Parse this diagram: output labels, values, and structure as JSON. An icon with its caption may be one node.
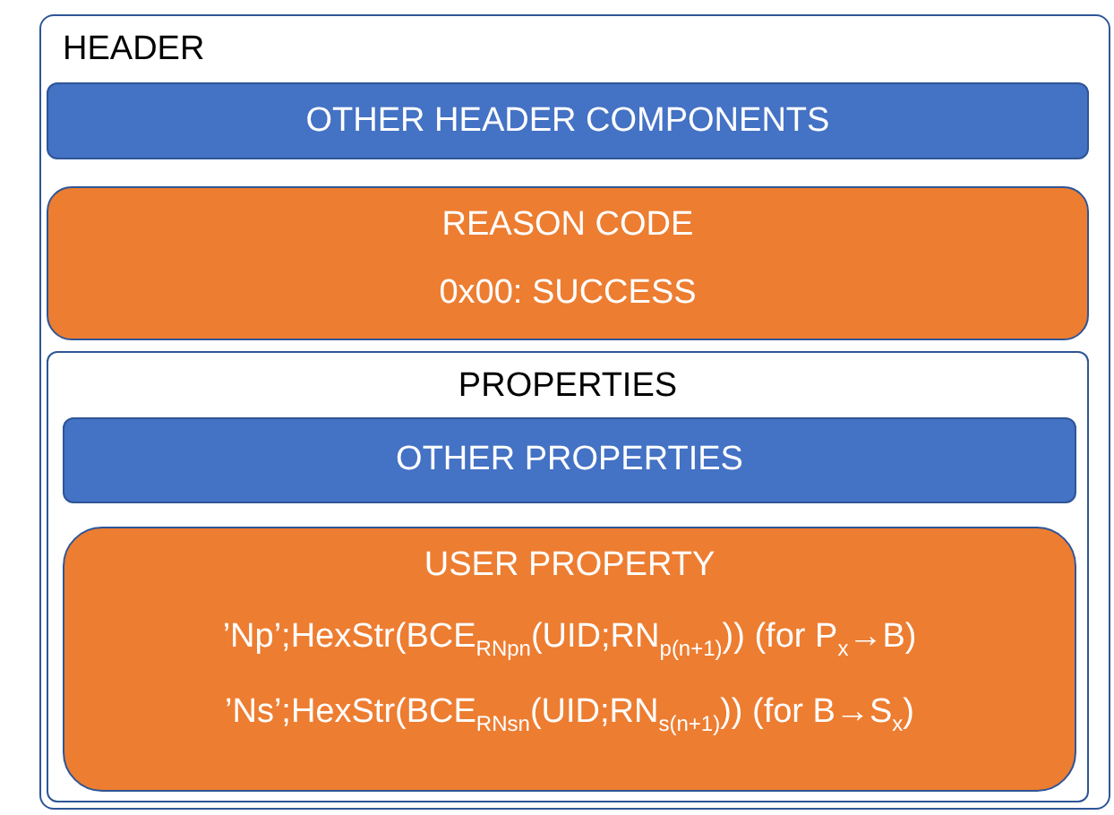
{
  "diagram": {
    "nodes": [
      {
        "text": [
          "HEADER"
        ]
      },
      {
        "text": [
          "OTHER HEADER COMPONENTS"
        ],
        "in": 0
      },
      {
        "text": [
          "REASON CODE",
          "0x00: SUCCESS"
        ],
        "in": 0
      },
      {
        "text": [
          "PROPERTIES"
        ],
        "in": 0
      },
      {
        "text": [
          "OTHER PROPERTIES"
        ],
        "in": 3
      },
      {
        "text": [
          "USER PROPERTY",
          "’Np’;HexStr(BCE$_{RNpn}$(UID;RN$_{p(n+1)}$)) (for P$_{x}$→B)",
          "’Ns’;HexStr(BCE$_{RNsn}$(UID;RN$_{s(n+1)}$)) (for B→S$_{x}$)"
        ],
        "in": 3
      }
    ]
  }
}
